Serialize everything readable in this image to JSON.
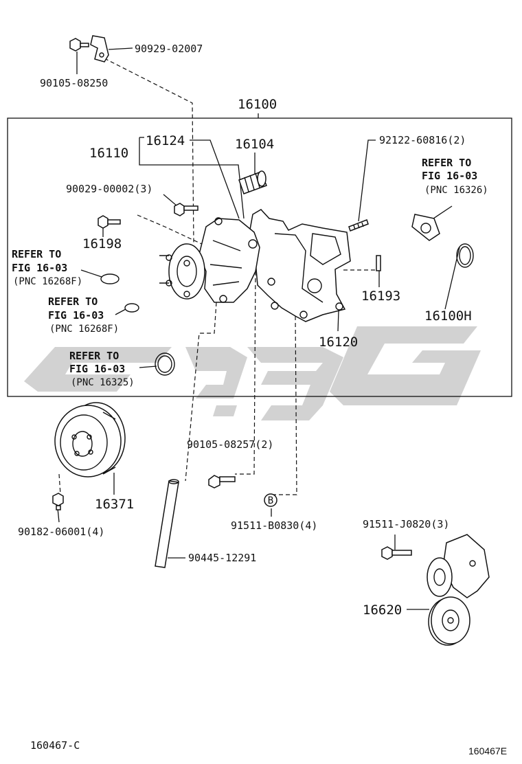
{
  "labels": {
    "p90929": "90929-02007",
    "p90105a": "90105-08250",
    "p16100": "16100",
    "p16124": "16124",
    "p16110": "16110",
    "p16104": "16104",
    "p92122": "92122-60816(2)",
    "p90029": "90029-00002(3)",
    "p16198": "16198",
    "p16193": "16193",
    "p16100h": "16100H",
    "p16120": "16120",
    "p16371": "16371",
    "p90182": "90182-06001(4)",
    "p90105b": "90105-08257(2)",
    "p91511b": "91511-B0830(4)",
    "p90445": "90445-12291",
    "p91511j": "91511-J0820(3)",
    "p16620": "16620"
  },
  "refs": {
    "ref_a": {
      "line1": "REFER TO",
      "line2": "FIG 16-03",
      "line3": "(PNC 16326)"
    },
    "ref_b": {
      "line1": "REFER TO",
      "line2": "FIG 16-03",
      "line3": "(PNC 16268F)"
    },
    "ref_c": {
      "line1": "REFER TO",
      "line2": "FIG 16-03",
      "line3": "(PNC 16268F)"
    },
    "ref_d": {
      "line1": "REFER TO",
      "line2": "FIG 16-03",
      "line3": "(PNC 16325)"
    }
  },
  "footer": {
    "figure_code": "160467-C",
    "image_code": "160467E"
  },
  "markers": {
    "b_marker": "B"
  },
  "colors": {
    "line": "#111111",
    "watermark": "#cfcfcf",
    "background": "#ffffff"
  }
}
